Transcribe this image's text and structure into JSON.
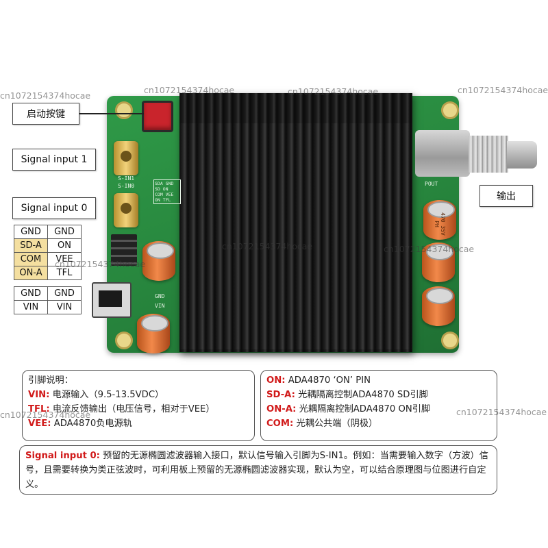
{
  "callouts": {
    "start_button": "启动按键",
    "signal_input_1": "Signal input 1",
    "signal_input_0": "Signal input 0",
    "output": "输出"
  },
  "pin_table_upper": [
    [
      "GND",
      "GND"
    ],
    [
      "SD-A",
      "ON"
    ],
    [
      "COM",
      "VEE"
    ],
    [
      "ON-A",
      "TFL"
    ]
  ],
  "pin_table_lower": [
    [
      "GND",
      "GND"
    ],
    [
      "VIN",
      "VIN"
    ]
  ],
  "board_silk": {
    "s_in1": "S-IN1",
    "s_in0": "S-IN0",
    "pout": "POUT",
    "gnd": "GND",
    "vin": "VIN",
    "hdr": [
      "SDA GND",
      "SD ON",
      "COM VEE",
      "ON TFL"
    ]
  },
  "capacitor_marking": "470 35V PH",
  "pin_desc_left": {
    "heading": "引脚说明：",
    "rows": [
      {
        "key": "VIN:",
        "text": " 电源输入（9.5-13.5VDC）"
      },
      {
        "key": "TFL:",
        "text": " 电流反馈输出（电压信号，相对于VEE）"
      },
      {
        "key": "VEE:",
        "text": " ADA4870负电源轨"
      }
    ]
  },
  "pin_desc_right": {
    "rows": [
      {
        "key": "ON:",
        "text": " ADA4870 ‘ON’ PIN"
      },
      {
        "key": "SD-A:",
        "text": " 光耦隔离控制ADA4870 SD引脚"
      },
      {
        "key": "ON-A:",
        "text": " 光耦隔离控制ADA4870 ON引脚"
      },
      {
        "key": "COM:",
        "text": " 光耦公共端（阴极）"
      }
    ]
  },
  "signal_note": {
    "key": "Signal input 0:",
    "text": " 预留的无源椭圆滤波器输入接口，默认信号输入引脚为S-IN1。例如：当需要输入数字（方波）信号，且需要转换为类正弦波时，可利用板上预留的无源椭圆滤波器实现，默认为空，可以结合原理图与位图进行自定义。"
  },
  "watermark": "cn1072154374hocae",
  "colors": {
    "board_green": "#2f9a48",
    "label_red": "#d11a1a",
    "pin_highlight": "#f4dfa0"
  }
}
